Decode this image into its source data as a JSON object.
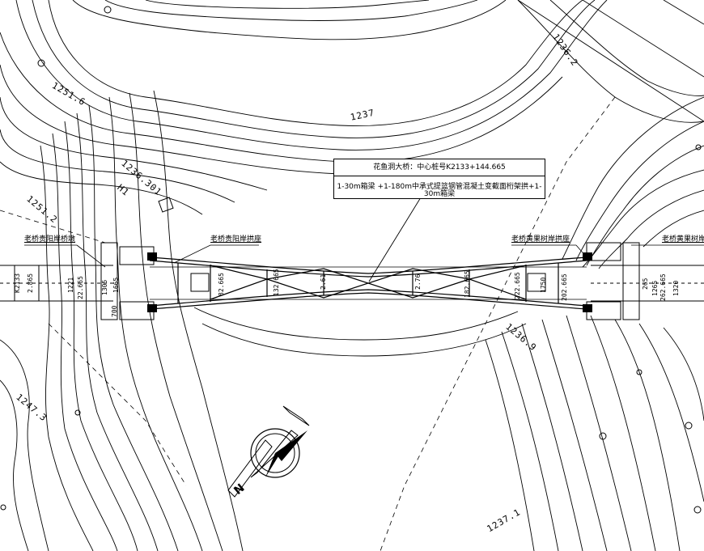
{
  "bridge": {
    "title": "花鱼洞大桥：中心桩号K2133+144.665",
    "span": "1-30m箱梁 +1-180m中承式提篮钢管混凝土变截面桁架拱+1-30m箱梁"
  },
  "annotations": {
    "left_abutment": "老桥贵阳岸桥墩",
    "left_arch_seat": "老桥贵阳岸拱座",
    "right_arch_seat": "老桥黄果树岸拱座",
    "right_abutment": "老桥黄果树岸"
  },
  "elevations": [
    "1236.2",
    "1251.6",
    "1237",
    "1236.301",
    "1251.2",
    "1247.3",
    "1236.9",
    "1237.1"
  ],
  "marker": "H1",
  "stake": "K2133",
  "stake_value": "2.865",
  "dimensions": {
    "d1": "22.665",
    "d2": "1221",
    "d3": "1665",
    "d4": "1305",
    "d5": "700",
    "d6": "82.665",
    "d7": "132.665",
    "d8": "2.61",
    "d9": "2.76",
    "d10": "182.665",
    "d11": "222.665",
    "d12": "1750",
    "d13": "202.665",
    "d14": "265",
    "d15": "1265",
    "d16": "262.665",
    "d17": "1320"
  },
  "compass_label": "N"
}
